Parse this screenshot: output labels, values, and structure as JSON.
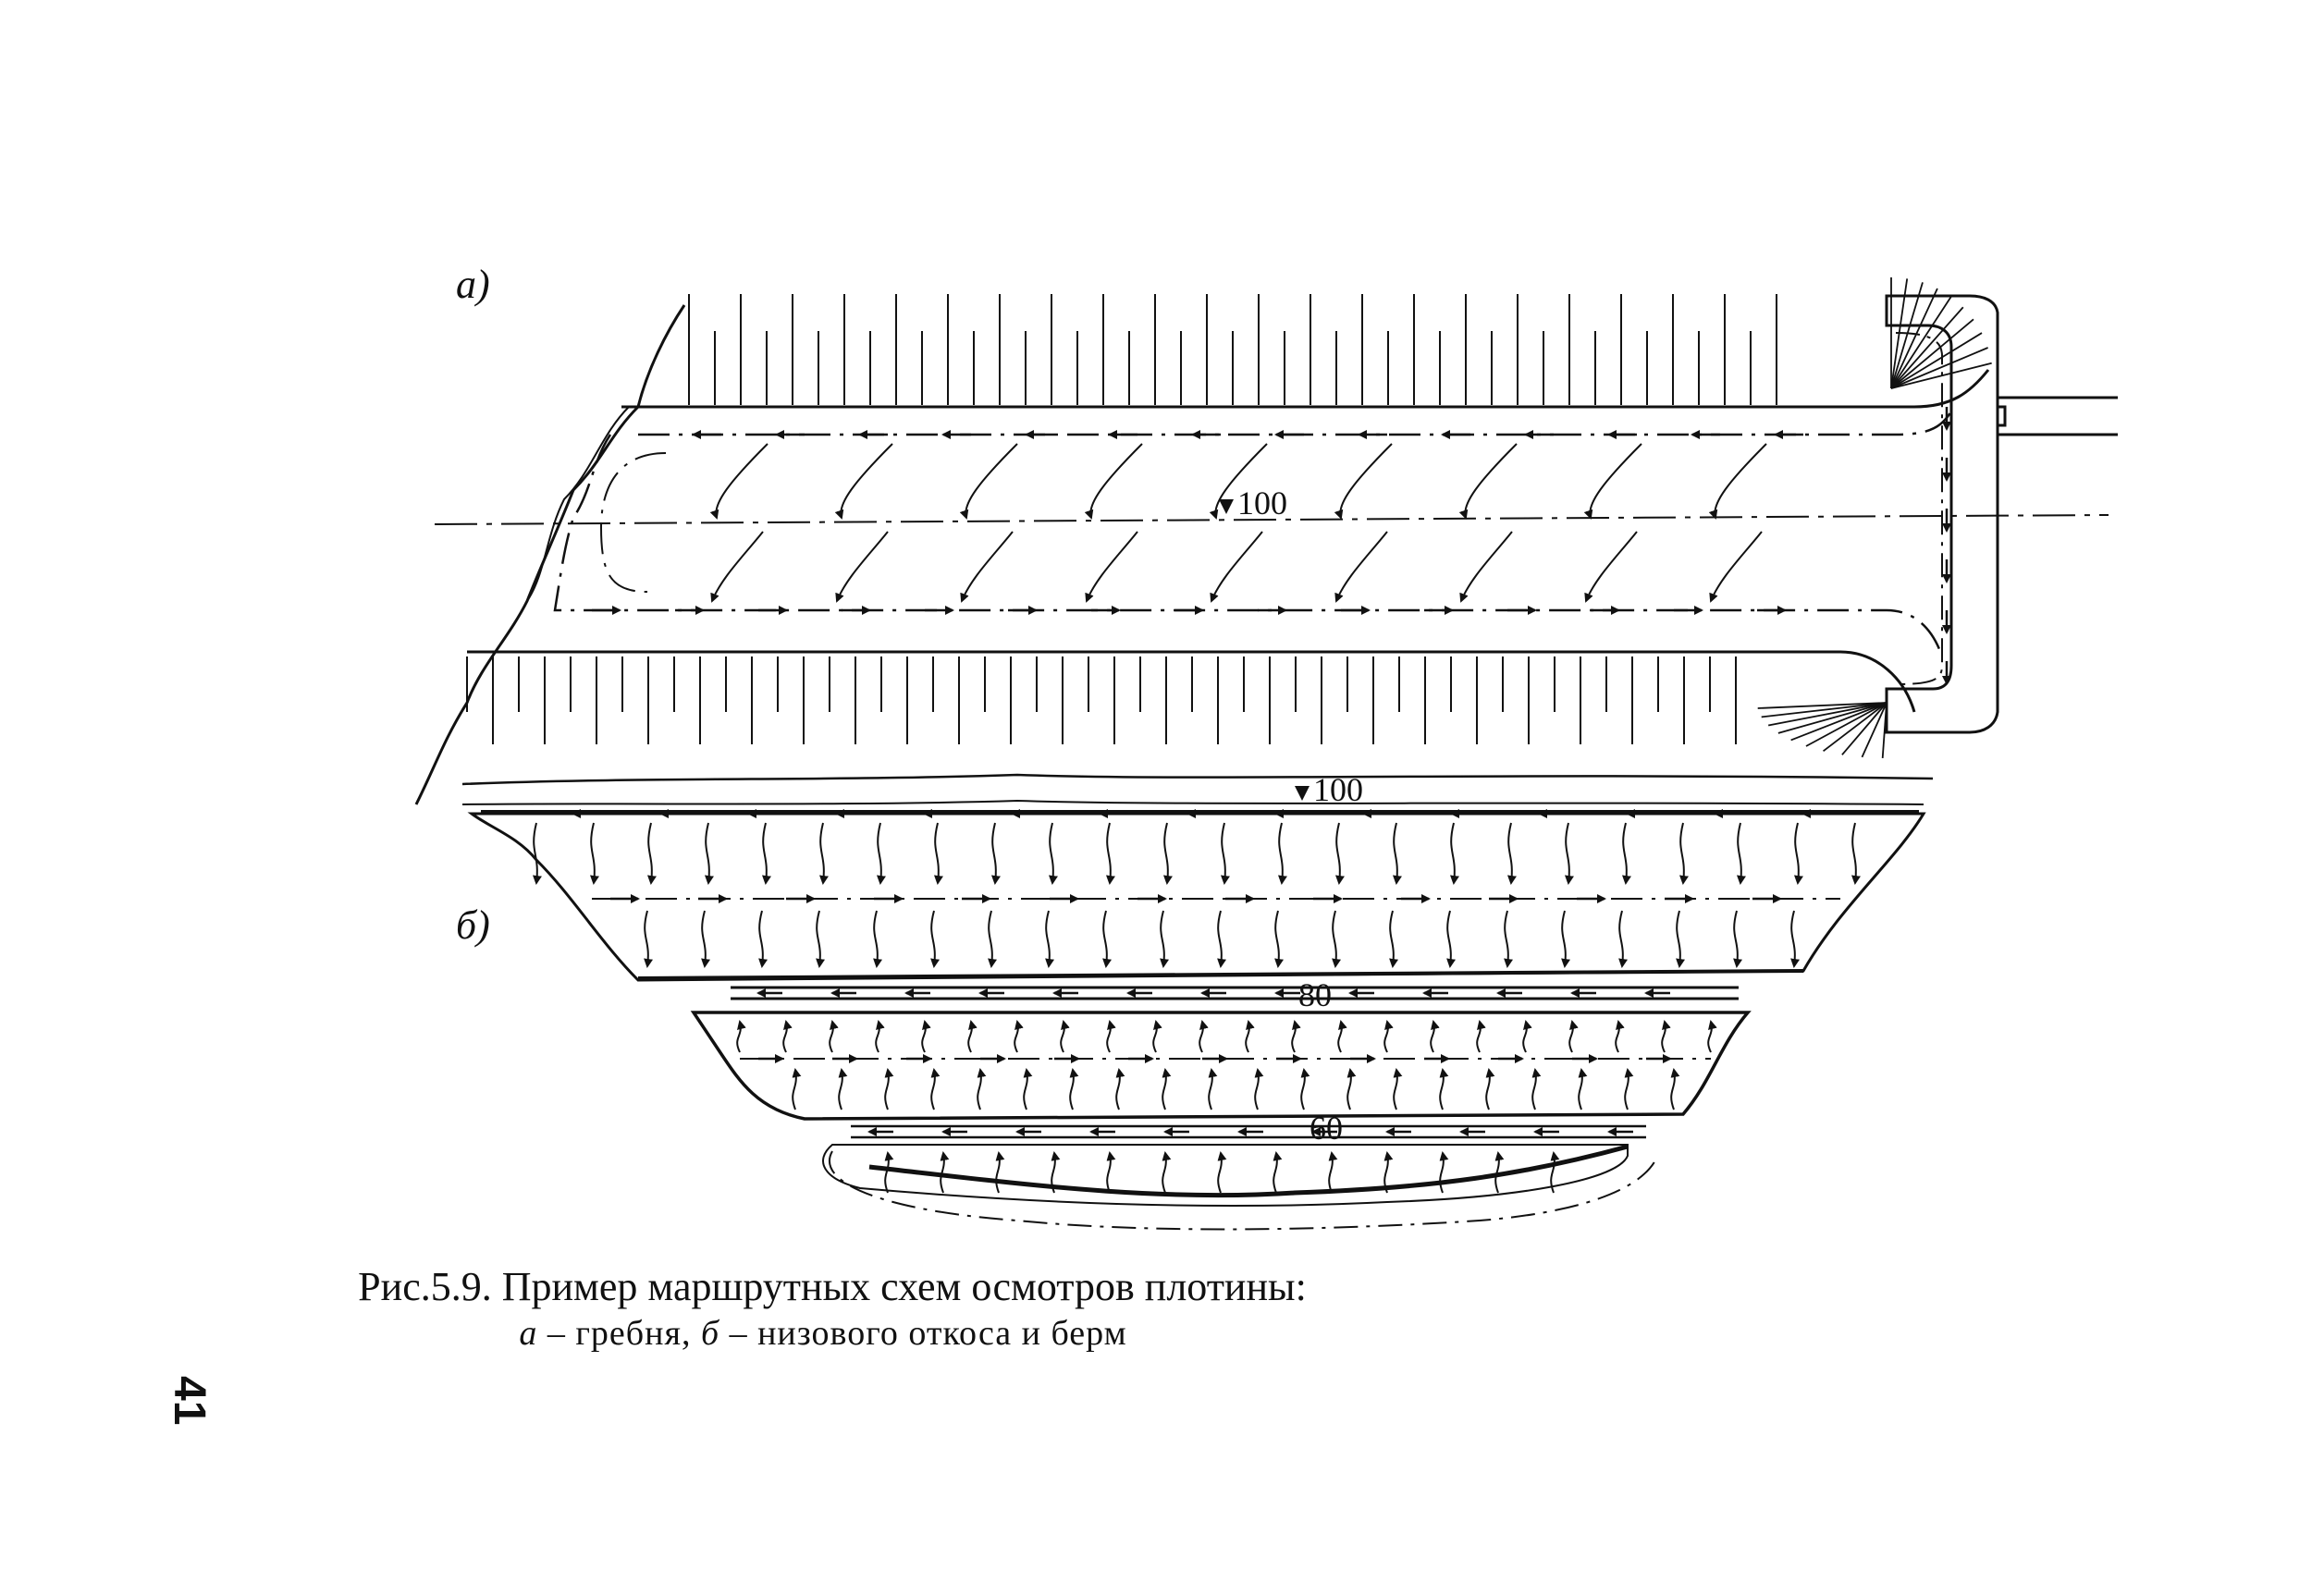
{
  "figure": {
    "panel_a_label": "а)",
    "panel_b_label": "б)",
    "elevations": {
      "crest": "100",
      "slope_top": "100",
      "berm_1": "80",
      "berm_2": "60"
    },
    "caption_line1": "Рис.5.9. Пример маршрутных схем осмотров плотины:",
    "caption_a_letter": "а",
    "caption_a_text": " –  гребня, ",
    "caption_b_letter": "б",
    "caption_b_text": " – низового откоса и берм"
  },
  "page_number": "41"
}
